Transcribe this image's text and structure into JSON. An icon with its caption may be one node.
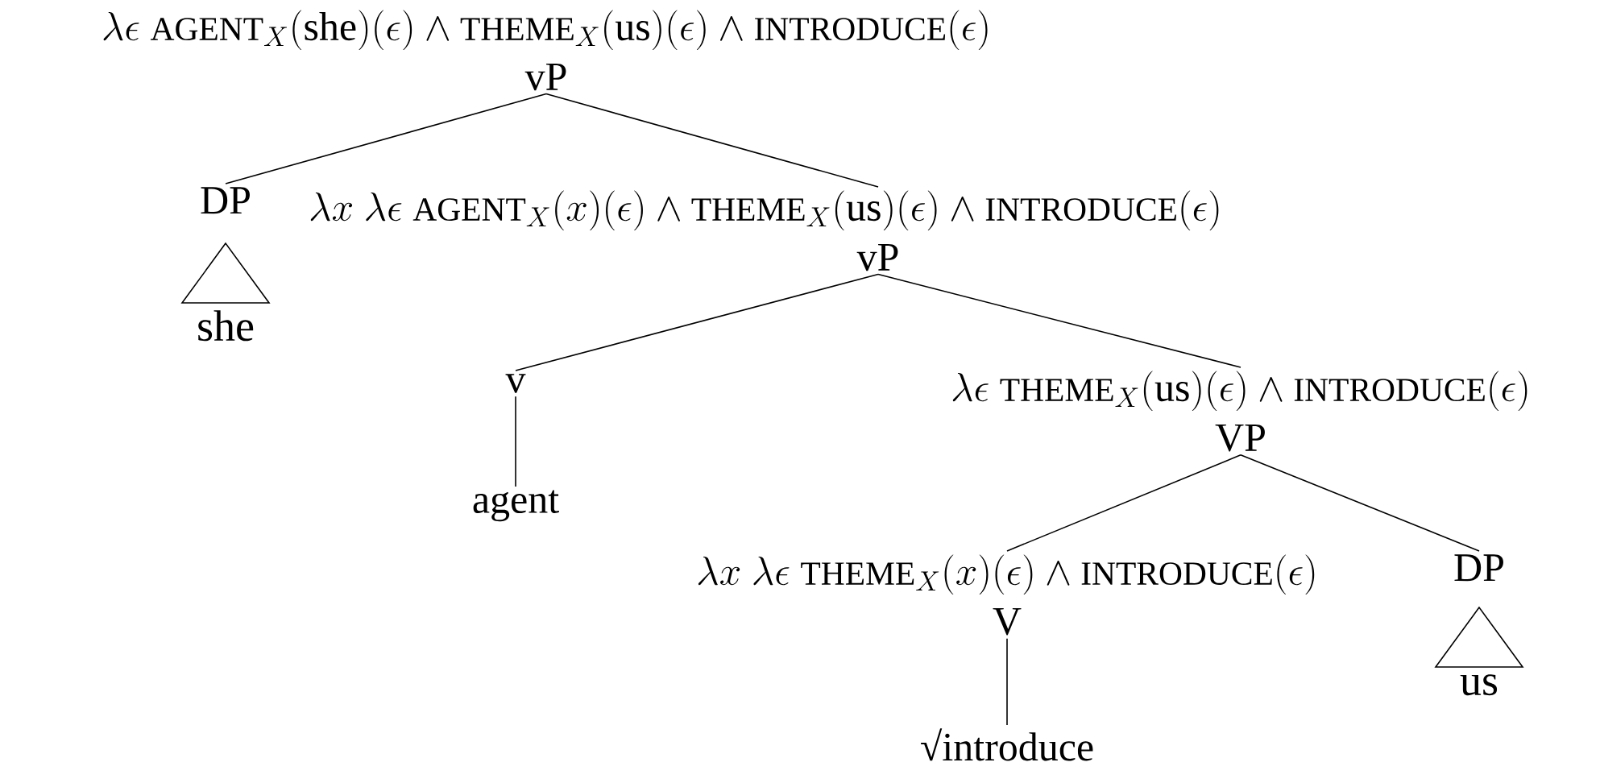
{
  "diagram": {
    "nodes": [
      {
        "text": [
          "\\lambda\\epsilon\\ \\text{\\huge AGENT}_X(\\textrm{she})(\\epsilon) \\wedge \\text{\\huge THEME}_X(\\textrm{us})(\\epsilon) \\wedge \\text{\\huge INTRODUCE}(\\epsilon)",
          "vP"
        ]
      },
      {
        "text": [
          "DP"
        ]
      },
      {
        "text": [],
        "shape": "triangle",
        "beside": [
          "she"
        ]
      },
      {
        "text": [
          "\\lambda x\\ \\lambda\\epsilon\\ \\text{\\huge AGENT}_X(x)(\\epsilon) \\wedge \\text{\\huge THEME}_X(\\textrm{us})(\\epsilon) \\wedge \\text{\\huge INTRODUCE}(\\epsilon)",
          "vP"
        ]
      },
      {
        "text": [
          "v"
        ]
      },
      {
        "text": [
          "agent"
        ]
      },
      {
        "text": [
          "\\lambda\\epsilon\\ \\text{\\huge THEME}_X(\\textrm{us})(\\epsilon) \\wedge \\text{\\huge INTRODUCE}(\\epsilon)",
          "VP"
        ]
      },
      {
        "text": [
          "\\lambda x\\ \\lambda\\epsilon\\ \\text{\\huge THEME}_X(x)(\\epsilon) \\wedge \\text{\\huge INTRODUCE}(\\epsilon)",
          "V"
        ]
      },
      {
        "text": [
          "DP"
        ]
      },
      {
        "text": [],
        "shape": "triangle",
        "beside": [
          "us"
        ]
      },
      {
        "text": [
          "√introduce"
        ]
      }
    ],
    "edges": [
      {
        "from": 0,
        "to": 1,
        "arrow": "none"
      },
      {
        "from": 0,
        "to": 3,
        "arrow": "none"
      },
      {
        "from": 3,
        "to": 4,
        "arrow": "none"
      },
      {
        "from": 3,
        "to": 6,
        "arrow": "none"
      },
      {
        "from": 4,
        "to": 5,
        "arrow": "none"
      },
      {
        "from": 6,
        "to": 7,
        "arrow": "none"
      },
      {
        "from": 6,
        "to": 8,
        "arrow": "none"
      },
      {
        "from": 7,
        "to": 10,
        "arrow": "none"
      }
    ]
  }
}
